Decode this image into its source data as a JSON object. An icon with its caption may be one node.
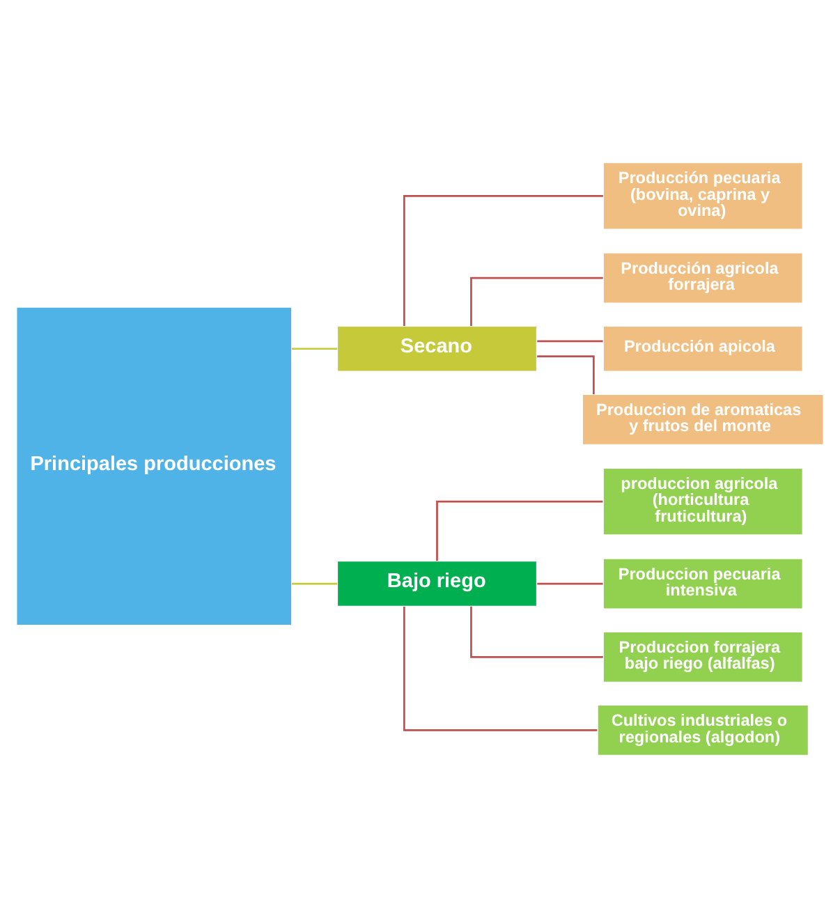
{
  "diagram": {
    "nodes": [
      {
        "text": [
          "Principales producciones"
        ]
      },
      {
        "text": [
          "Secano"
        ]
      },
      {
        "text": [
          "Bajo riego"
        ]
      },
      {
        "text": [
          "Producción pecuaria (bovina, caprina y ovina)"
        ]
      },
      {
        "text": [
          "Producción agricola forrajera"
        ]
      },
      {
        "text": [
          "Producción apicola"
        ]
      },
      {
        "text": [
          "Produccion de aromaticas y frutos del monte"
        ]
      },
      {
        "text": [
          "produccion agricola (horticultura fruticultura)"
        ]
      },
      {
        "text": [
          "Produccion pecuaria intensiva"
        ]
      },
      {
        "text": [
          "Produccion forrajera bajo riego (alfalfas)"
        ]
      },
      {
        "text": [
          "Cultivos industriales o regionales (algodon)"
        ]
      }
    ],
    "edges": [
      {
        "from": 0,
        "to": 1,
        "arrow": "none",
        "color": "#c5c93a"
      },
      {
        "from": 0,
        "to": 2,
        "arrow": "none",
        "color": "#c5c93a"
      },
      {
        "from": 1,
        "to": 3,
        "arrow": "none"
      },
      {
        "from": 1,
        "to": 4,
        "arrow": "none"
      },
      {
        "from": 1,
        "to": 5,
        "arrow": "none"
      },
      {
        "from": 1,
        "to": 6,
        "arrow": "none"
      },
      {
        "from": 2,
        "to": 7,
        "arrow": "none"
      },
      {
        "from": 2,
        "to": 8,
        "arrow": "none"
      },
      {
        "from": 2,
        "to": 9,
        "arrow": "none"
      },
      {
        "from": 2,
        "to": 10,
        "arrow": "none"
      }
    ]
  }
}
